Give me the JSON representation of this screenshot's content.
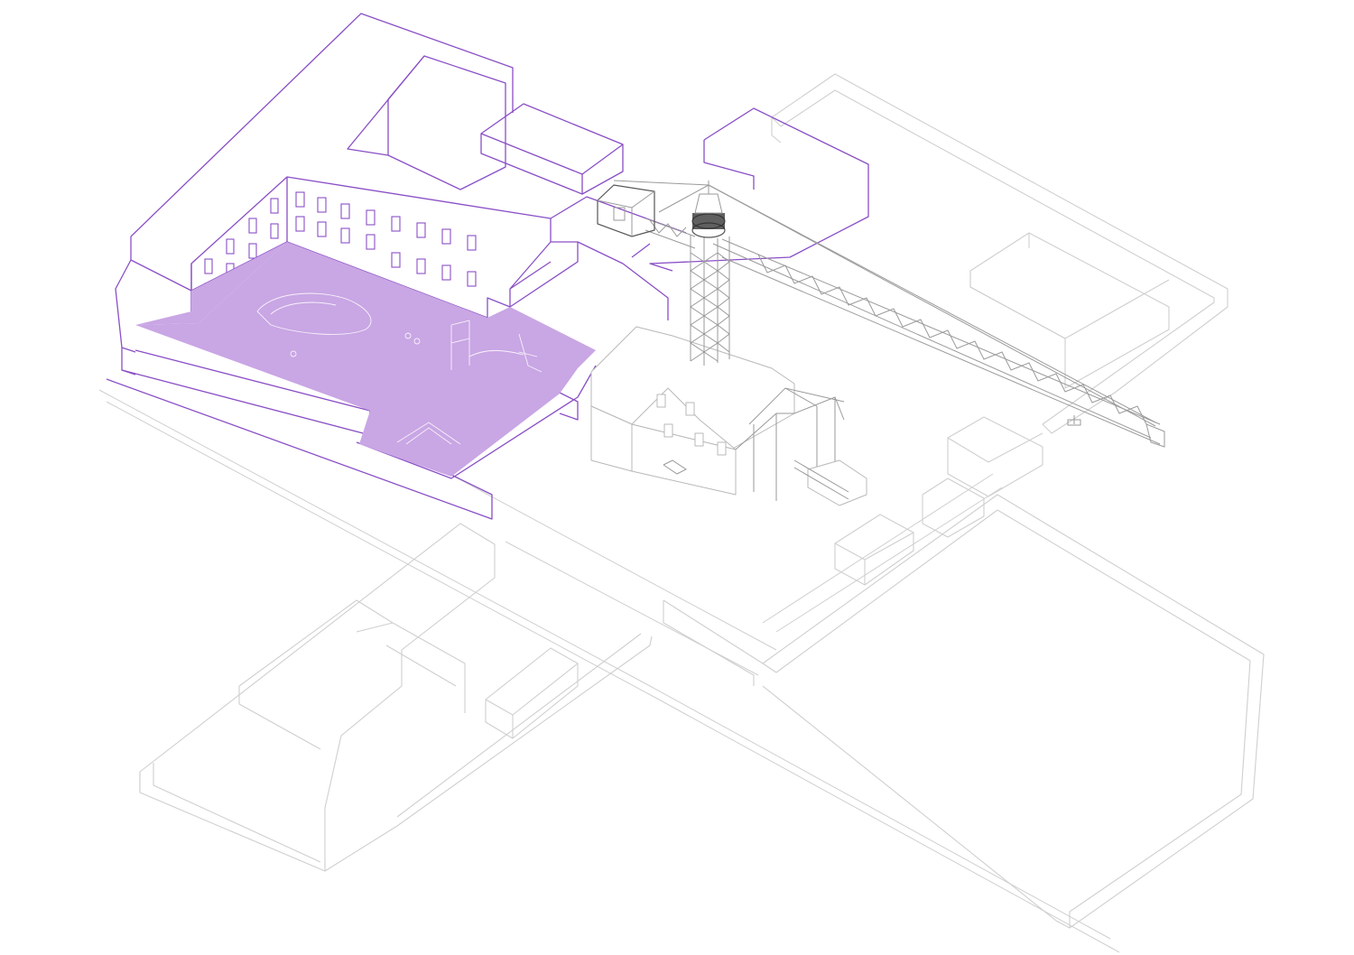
{
  "drawing": {
    "kind": "axonometric site plan",
    "colors": {
      "highlight": "#8a4fc6",
      "courtyard_fill": "#c9a6e4",
      "context_lines": "#cfcfcf",
      "crane_lines": "#9a9a9a",
      "background": "#ffffff"
    },
    "elements": [
      "highlighted-building-block",
      "courtyard-playground",
      "tower-crane",
      "timber-frame-house",
      "context-buildings",
      "streets"
    ]
  }
}
